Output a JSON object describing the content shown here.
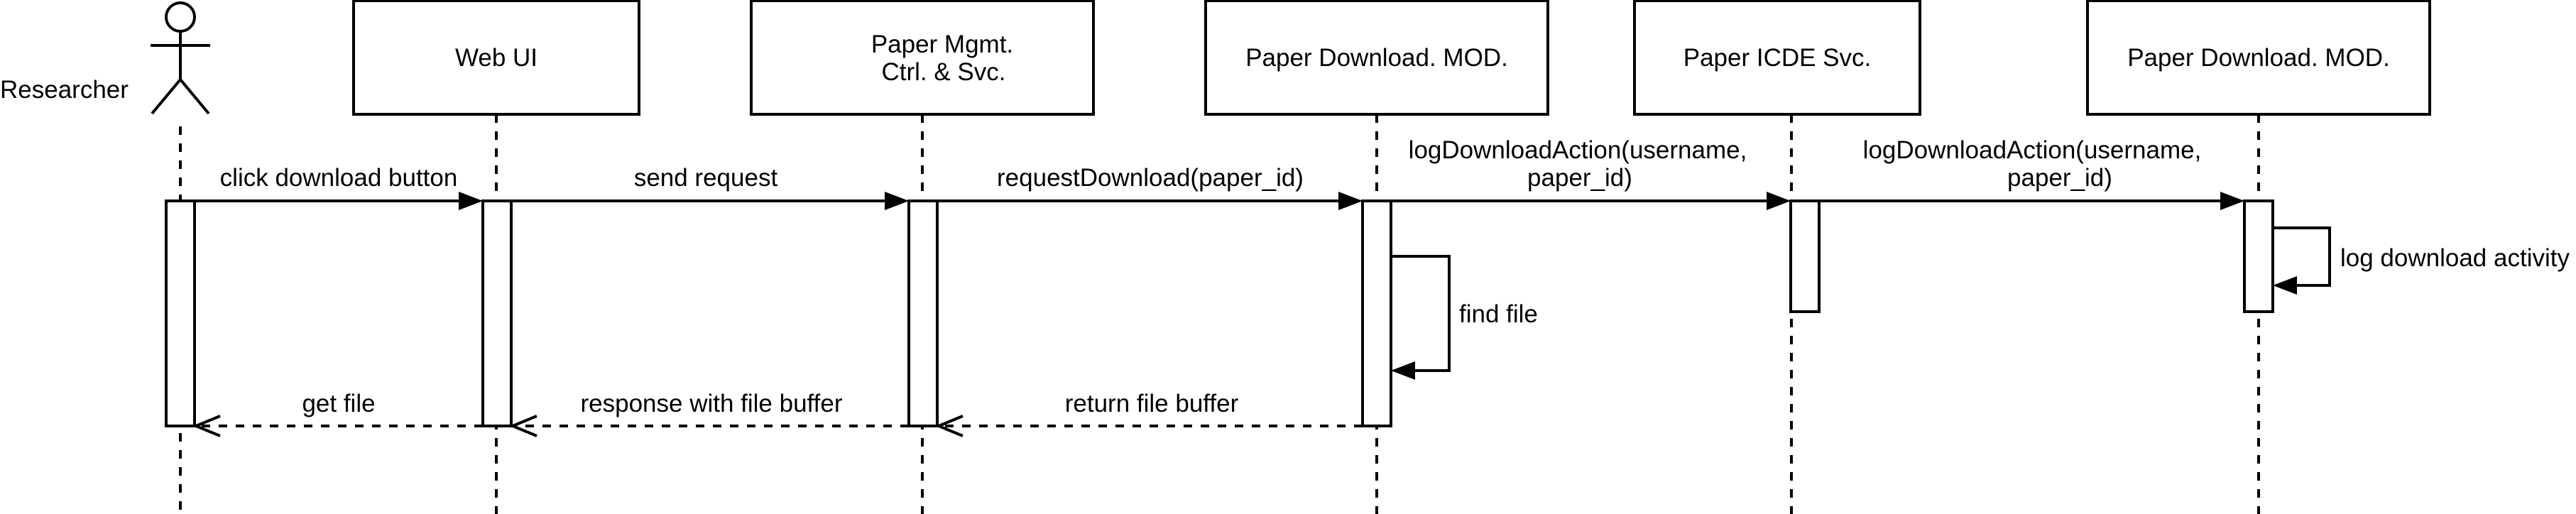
{
  "diagram": {
    "actor": {
      "label": "Researcher"
    },
    "participants": [
      {
        "label_lines": [
          "Web UI"
        ]
      },
      {
        "label_lines": [
          "Paper Mgmt.",
          "Ctrl. & Svc."
        ]
      },
      {
        "label_lines": [
          "Paper Download. MOD."
        ]
      },
      {
        "label_lines": [
          "Paper ICDE Svc."
        ]
      },
      {
        "label_lines": [
          "Paper Download. MOD."
        ]
      }
    ],
    "messages": [
      {
        "from": "Researcher",
        "to": "Web UI",
        "label_lines": [
          "click download button"
        ],
        "style": "solid"
      },
      {
        "from": "Web UI",
        "to": "Paper Mgmt. Ctrl. & Svc.",
        "label_lines": [
          "send request"
        ],
        "style": "solid"
      },
      {
        "from": "Paper Mgmt. Ctrl. & Svc.",
        "to": "Paper Download. MOD.",
        "label_lines": [
          "requestDownload(paper_id)"
        ],
        "style": "solid"
      },
      {
        "from": "Paper Download. MOD.",
        "to": "Paper ICDE Svc.",
        "label_lines": [
          "logDownloadAction(username,",
          "paper_id)"
        ],
        "style": "solid"
      },
      {
        "from": "Paper ICDE Svc.",
        "to": "Paper Download. MOD.",
        "label_lines": [
          "logDownloadAction(username,",
          "paper_id)"
        ],
        "style": "solid"
      },
      {
        "from": "Paper Download. MOD.",
        "to": "Paper Download. MOD.",
        "label_lines": [
          "find file"
        ],
        "style": "self"
      },
      {
        "from": "Paper Download. MOD.",
        "to": "Paper Download. MOD.",
        "label_lines": [
          "log download activity"
        ],
        "style": "self"
      },
      {
        "from": "Paper Download. MOD.",
        "to": "Paper Mgmt. Ctrl. & Svc.",
        "label_lines": [
          "return file buffer"
        ],
        "style": "dashed"
      },
      {
        "from": "Paper Mgmt. Ctrl. & Svc.",
        "to": "Web UI",
        "label_lines": [
          "response with file buffer"
        ],
        "style": "dashed"
      },
      {
        "from": "Web UI",
        "to": "Researcher",
        "label_lines": [
          "get file"
        ],
        "style": "dashed"
      }
    ]
  }
}
